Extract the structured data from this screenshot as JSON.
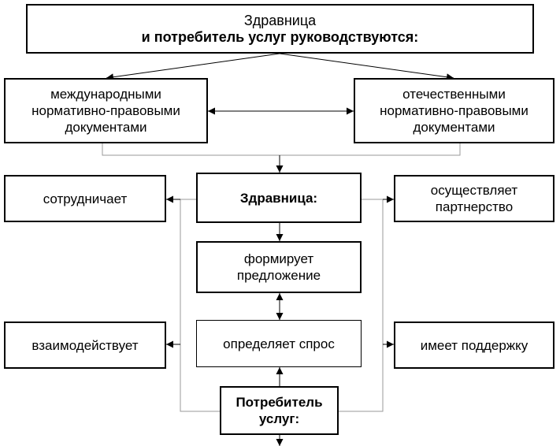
{
  "top": {
    "line1": "Здравница",
    "line2": "и потребитель услуг руководствуются:"
  },
  "international": {
    "lines": [
      "международными",
      "нормативно-правовыми",
      "документами"
    ]
  },
  "domestic": {
    "lines": [
      "отечественными",
      "нормативно-правовыми",
      "документами"
    ]
  },
  "center": {
    "resort": "Здравница:",
    "forms": [
      "формирует",
      "предложение"
    ],
    "determines": "определяет спрос",
    "consumer": [
      "Потребитель",
      "услуг:"
    ]
  },
  "left": {
    "cooperates": "сотрудничает",
    "interacts": "взаимодействует"
  },
  "right": {
    "partnership": [
      "осуществляет",
      "партнерство"
    ],
    "support": "имеет поддержку"
  }
}
